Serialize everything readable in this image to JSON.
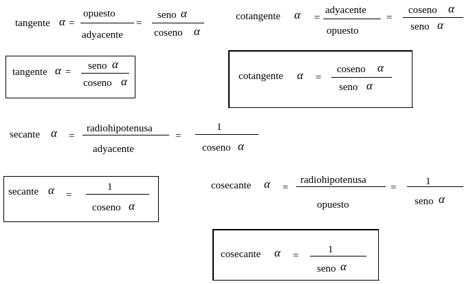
{
  "alpha": "α",
  "eq": "=",
  "one": "1",
  "labels": {
    "tangente": "tangente",
    "cotangente": "cotangente",
    "secante": "secante",
    "cosecante": "cosecante"
  },
  "terms": {
    "opuesto": "opuesto",
    "adyacente": "adyacente",
    "seno": "seno",
    "coseno": "coseno",
    "radiohipotenusa": "radiohipotenusa"
  }
}
